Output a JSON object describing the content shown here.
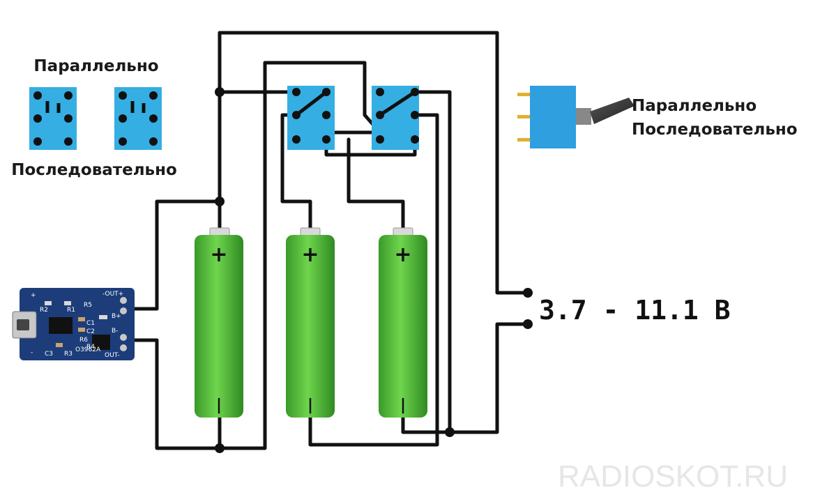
{
  "labels": {
    "legend_parallel": "Параллельно",
    "legend_series": "Последовательно",
    "toggle_parallel": "Параллельно",
    "toggle_series": "Последовательно",
    "voltage": "3.7 - 11.1 В",
    "watermark": "RADIOSKOT.RU"
  },
  "battery": {
    "plus": "+",
    "minus": "|"
  },
  "pcb": {
    "out_plus": "-OUT+",
    "out_minus": "OUT-",
    "b_plus": "B+",
    "b_minus": "B-",
    "plus": "+",
    "minus": "-",
    "r2": "R2",
    "r1": "R1",
    "r5": "R5",
    "r6": "R6",
    "c1": "C1",
    "c2": "C2",
    "r4": "R4",
    "c3": "C3",
    "r3": "R3",
    "chip": "O3962A"
  },
  "colors": {
    "wire": "#111111",
    "switch_body": "#35aee3",
    "battery_green": "#56c23b",
    "pcb_blue": "#1c3d7a",
    "toggle_body": "#2f9fe0"
  }
}
